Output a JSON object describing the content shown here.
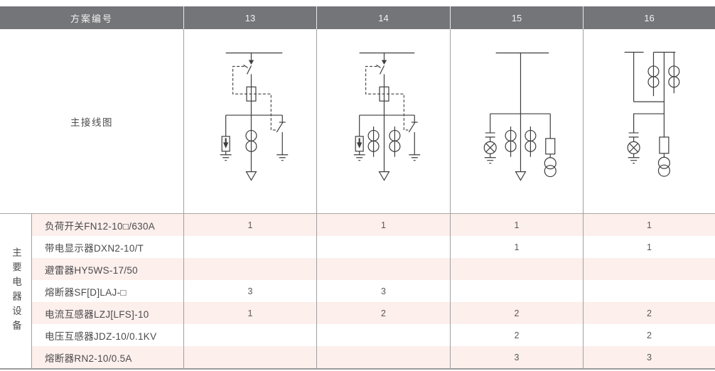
{
  "header": {
    "scheme_label": "方案编号",
    "schemes": [
      "13",
      "14",
      "15",
      "16"
    ]
  },
  "diagram_row": {
    "label": "主接线图"
  },
  "equipment": {
    "group_label": "主要电器设备",
    "rows": [
      {
        "name": "负荷开关FN12-10□/630A",
        "values": [
          "1",
          "1",
          "1",
          "1"
        ]
      },
      {
        "name": "带电显示器DXN2-10/T",
        "values": [
          "",
          "",
          "1",
          "1"
        ]
      },
      {
        "name": "避雷器HY5WS-17/50",
        "values": [
          "",
          "",
          "",
          ""
        ]
      },
      {
        "name": "熔断器SF[D]LAJ-□",
        "values": [
          "3",
          "3",
          "",
          ""
        ]
      },
      {
        "name": "电流互感器LZJ[LFS]-10",
        "values": [
          "1",
          "2",
          "2",
          "2"
        ]
      },
      {
        "name": "电压互感器JDZ-10/0.1KV",
        "values": [
          "",
          "",
          "2",
          "2"
        ]
      },
      {
        "name": "熔断器RN2-10/0.5A",
        "values": [
          "",
          "",
          "3",
          "3"
        ]
      }
    ]
  },
  "diagrams": {
    "scheme_13_symbols": [
      "busbar",
      "load-break-switch",
      "fuse",
      "striker-linkage-dashed",
      "surge-arrester",
      "current-transformer",
      "earthing-switch",
      "cable-outgoing-arrow",
      "earth-ground"
    ],
    "scheme_14_symbols": [
      "busbar",
      "load-break-switch",
      "fuse",
      "striker-linkage-dashed",
      "surge-arrester",
      "current-transformer-pair",
      "current-transformer-pair",
      "earthing-switch",
      "cable-outgoing-arrow",
      "earth-ground"
    ],
    "scheme_15_symbols": [
      "busbar",
      "capacitor-live-display-lamp",
      "current-transformer-pair",
      "current-transformer-pair",
      "fuse",
      "voltage-transformer",
      "cable-outgoing-arrow",
      "earth-ground"
    ],
    "scheme_16_symbols": [
      "busbar-section",
      "busbar-section",
      "current-transformer-pair",
      "current-transformer-pair",
      "capacitor-live-display-lamp",
      "fuse",
      "voltage-transformer",
      "earth-ground"
    ]
  },
  "colors": {
    "header_bg": "#747578",
    "header_text": "#f2f2f2",
    "row_pink": "#fcefec",
    "border_gray": "#a0a0a0",
    "diagram_stroke": "#3d3d3f",
    "text_dark": "#4b4b4d"
  }
}
